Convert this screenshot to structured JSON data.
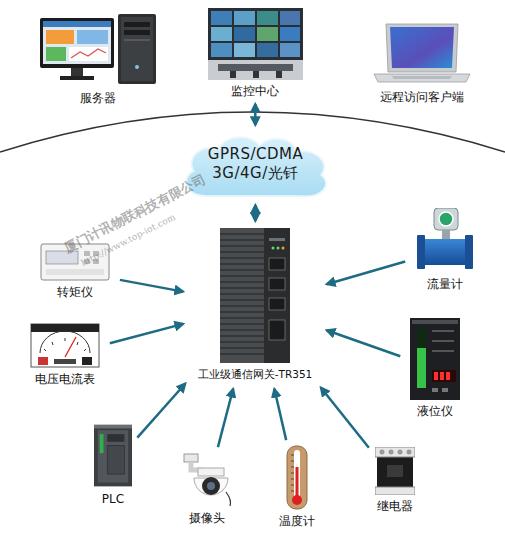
{
  "diagram": {
    "nodes": [
      {
        "text": [
          "服务器"
        ]
      },
      {
        "text": [
          "监控中心"
        ]
      },
      {
        "text": [
          "远程访问客户端"
        ]
      },
      {
        "text": [
          "GPRS/CDMA 3G/4G/光钎"
        ]
      },
      {
        "text": [
          "转矩仪"
        ]
      },
      {
        "text": [
          "流量计"
        ]
      },
      {
        "text": [
          "电压电流表"
        ]
      },
      {
        "text": [
          "工业级通信网关-TR351"
        ]
      },
      {
        "text": [
          "液位仪"
        ]
      },
      {
        "text": [
          "PLC"
        ]
      },
      {
        "text": [
          "摄像头"
        ]
      },
      {
        "text": [
          "温度计"
        ]
      },
      {
        "text": [
          "继电器"
        ]
      }
    ],
    "edges": [
      {
        "from": 1,
        "to": 3,
        "arrow": "both"
      },
      {
        "from": 3,
        "to": 7,
        "arrow": "both"
      },
      {
        "from": 4,
        "to": 7,
        "arrow": "to"
      },
      {
        "from": 5,
        "to": 7,
        "arrow": "to"
      },
      {
        "from": 6,
        "to": 7,
        "arrow": "to"
      },
      {
        "from": 8,
        "to": 7,
        "arrow": "to"
      },
      {
        "from": 9,
        "to": 7,
        "arrow": "to"
      },
      {
        "from": 10,
        "to": 7,
        "arrow": "to"
      },
      {
        "from": 11,
        "to": 7,
        "arrow": "to"
      },
      {
        "from": 12,
        "to": 7,
        "arrow": "to"
      }
    ],
    "labels": [
      "厦门计讯物联科技有限公司",
      "http://www.top-iot.com"
    ]
  }
}
